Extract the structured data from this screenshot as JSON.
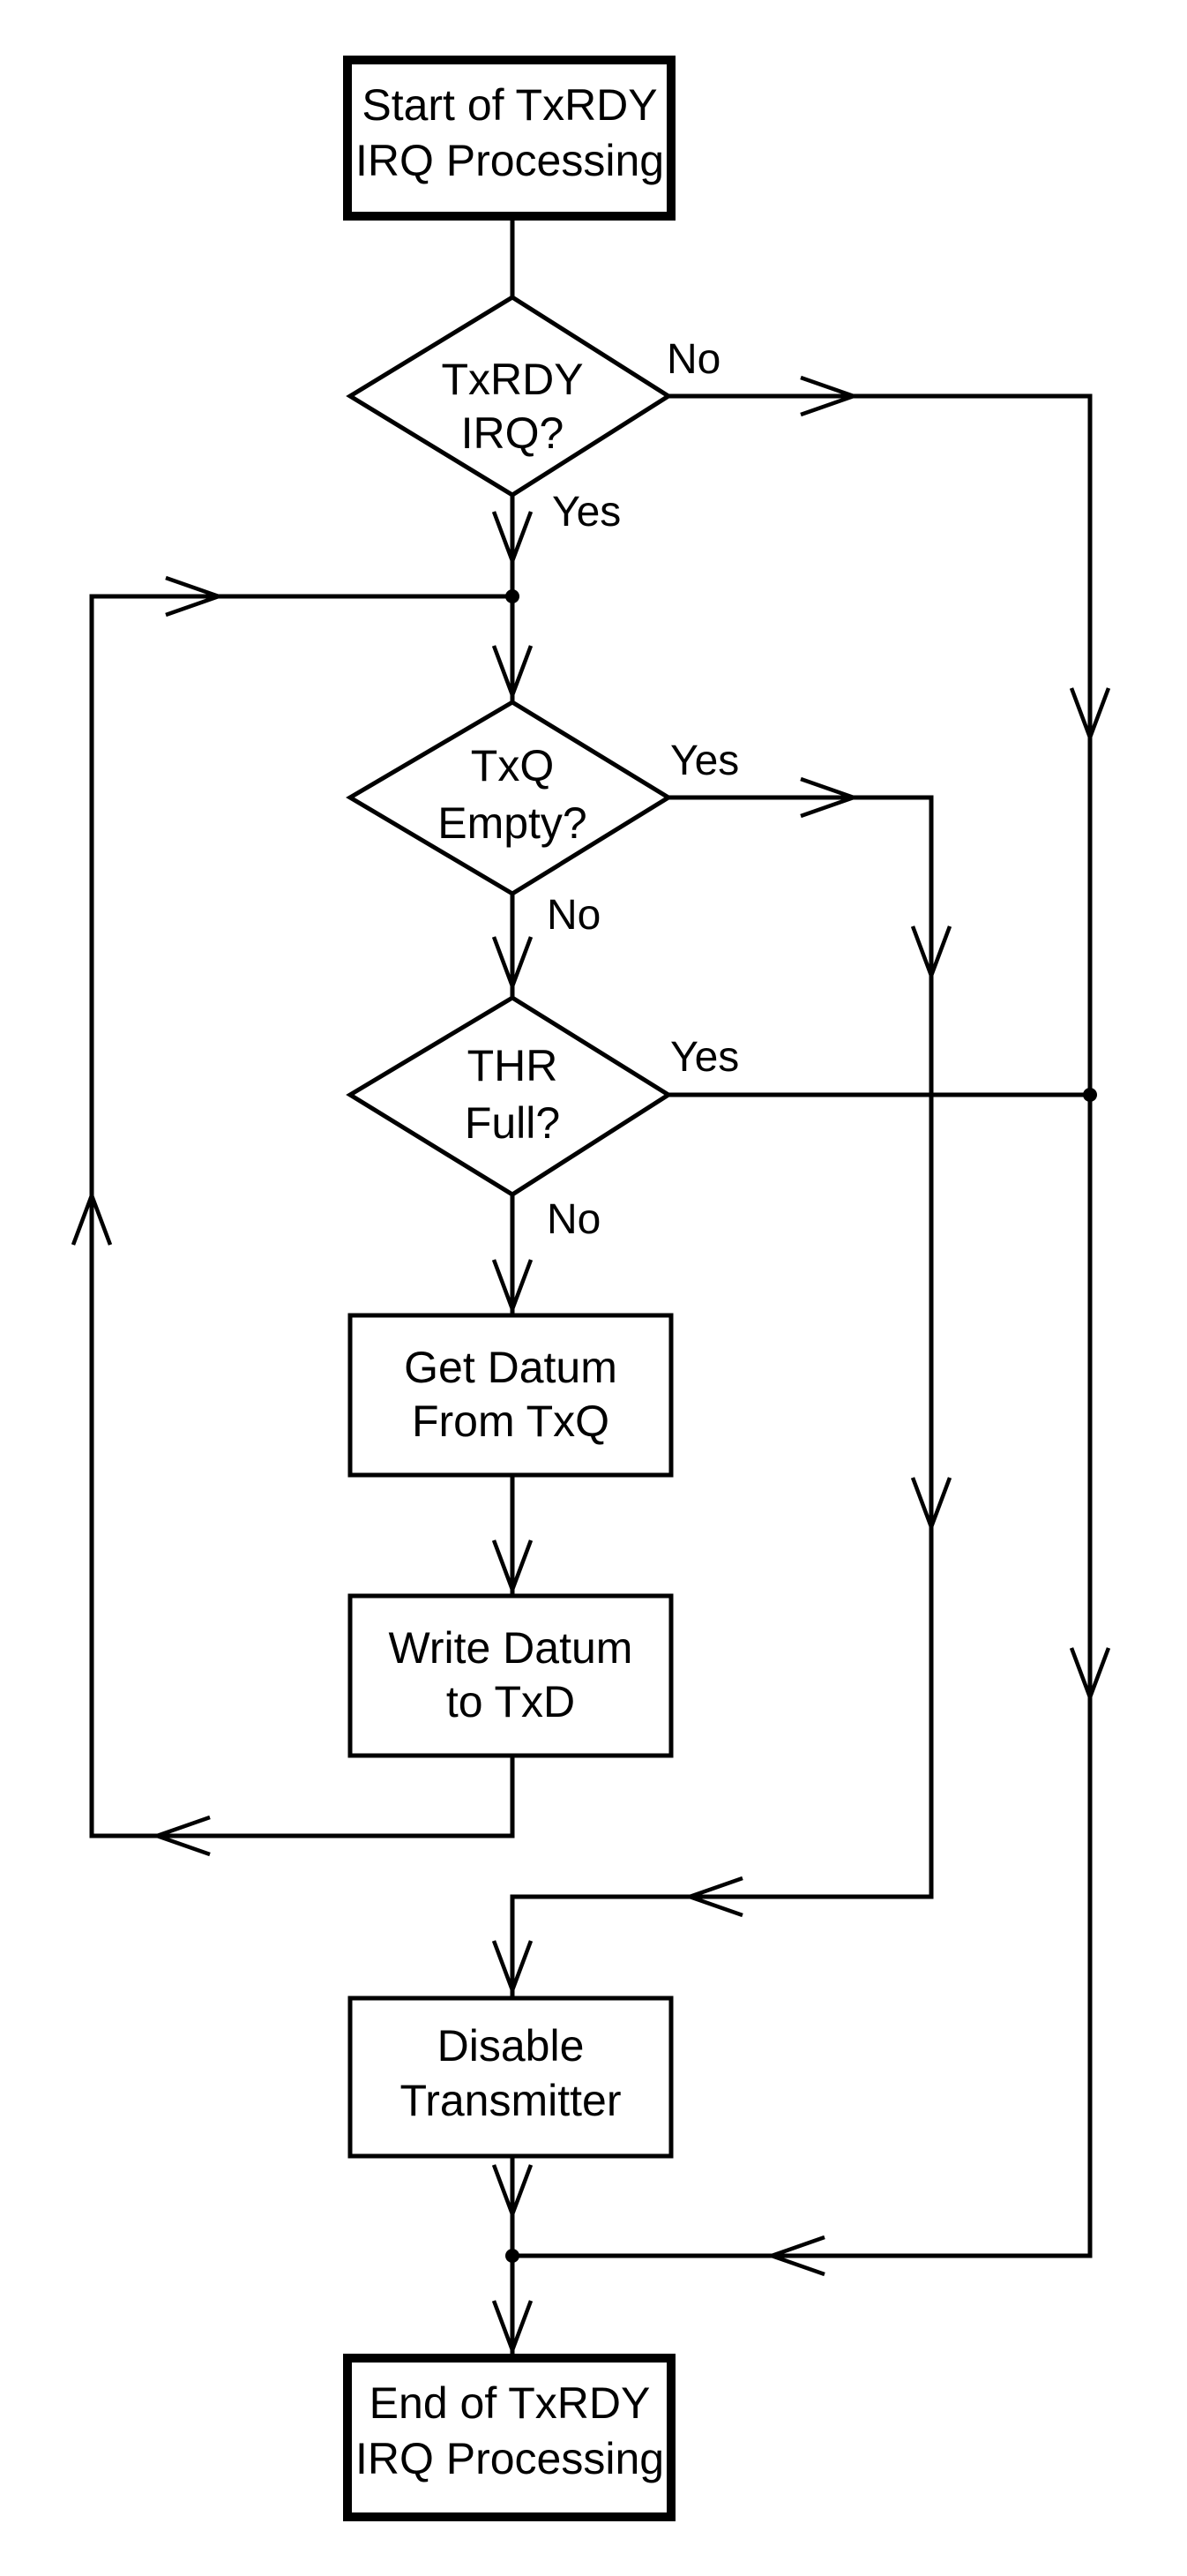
{
  "nodes": {
    "start": {
      "line1": "Start of TxRDY",
      "line2": "IRQ Processing"
    },
    "txrdy_irq": {
      "line1": "TxRDY",
      "line2": "IRQ?"
    },
    "txq_empty": {
      "line1": "TxQ",
      "line2": "Empty?"
    },
    "thr_full": {
      "line1": "THR",
      "line2": "Full?"
    },
    "get_datum": {
      "line1": "Get Datum",
      "line2": "From TxQ"
    },
    "write_datum": {
      "line1": "Write Datum",
      "line2": "to TxD"
    },
    "disable_tx": {
      "line1": "Disable",
      "line2": "Transmitter"
    },
    "end": {
      "line1": "End of TxRDY",
      "line2": "IRQ Processing"
    }
  },
  "edges": {
    "txrdy_no": "No",
    "txrdy_yes": "Yes",
    "txq_yes": "Yes",
    "txq_no": "No",
    "thr_yes": "Yes",
    "thr_no": "No"
  }
}
